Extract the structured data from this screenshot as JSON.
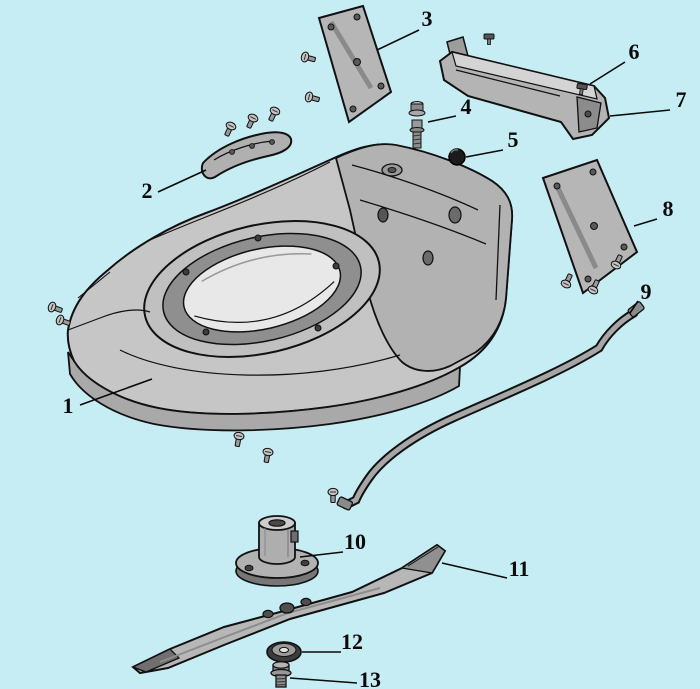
{
  "diagram": {
    "background_color": "#c6edf3",
    "part_labels": [
      "1",
      "2",
      "3",
      "4",
      "5",
      "6",
      "7",
      "8",
      "9",
      "10",
      "11",
      "12",
      "13"
    ]
  }
}
